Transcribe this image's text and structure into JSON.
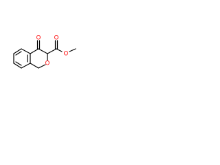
{
  "molecule": {
    "atom_labels": {
      "ketone_oxygen": "O",
      "ring_oxygen": "O",
      "ester_carbonyl_oxygen": "O",
      "ester_ether_oxygen": "O"
    },
    "colors": {
      "bond": "#000000",
      "oxygen": "#ff0000",
      "background": "#ffffff"
    }
  }
}
